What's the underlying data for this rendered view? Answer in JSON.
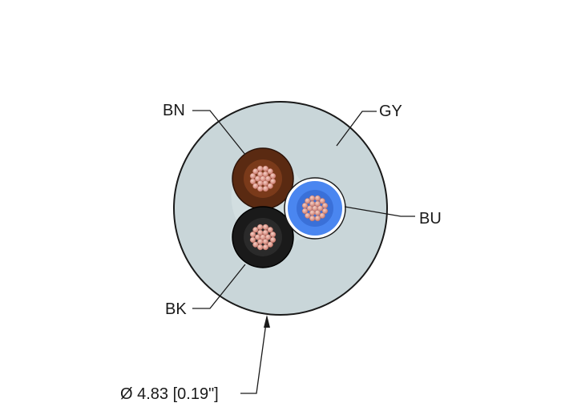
{
  "labels": {
    "brown": "BN",
    "gray": "GY",
    "blue": "BU",
    "black": "BK"
  },
  "dimension": {
    "diameter": "Ø 4.83 [0.19\"]"
  },
  "colors": {
    "jacket": "#c9d6d9",
    "brown_insulation": "#5a2a12",
    "black_insulation": "#1a1a1a",
    "blue_insulation": "#4a86f0",
    "copper": "#e8a59a",
    "line": "#1a1a1a"
  },
  "icons": {
    "dimension_arrow": "arrow-up-icon"
  }
}
